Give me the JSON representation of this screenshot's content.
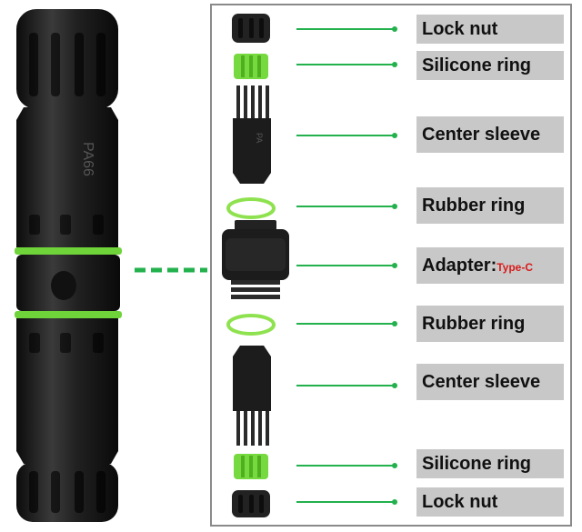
{
  "colors": {
    "connector_black": "#1c1c1c",
    "ring_green": "#6fd43a",
    "leader_green": "#22b14c",
    "label_bg": "#c8c8c8",
    "type_red": "#d81b1b",
    "frame_border": "#8a8a8a"
  },
  "assembled": {
    "rating_text": "PA66"
  },
  "labels": [
    {
      "text": "Lock nut"
    },
    {
      "text": "Silicone ring"
    },
    {
      "text": "Center sleeve"
    },
    {
      "text": "Rubber ring"
    },
    {
      "text": "Adapter:",
      "suffix": "Type-C"
    },
    {
      "text": "Rubber ring"
    },
    {
      "text": "Center sleeve"
    },
    {
      "text": "Silicone ring"
    },
    {
      "text": "Lock nut"
    }
  ]
}
